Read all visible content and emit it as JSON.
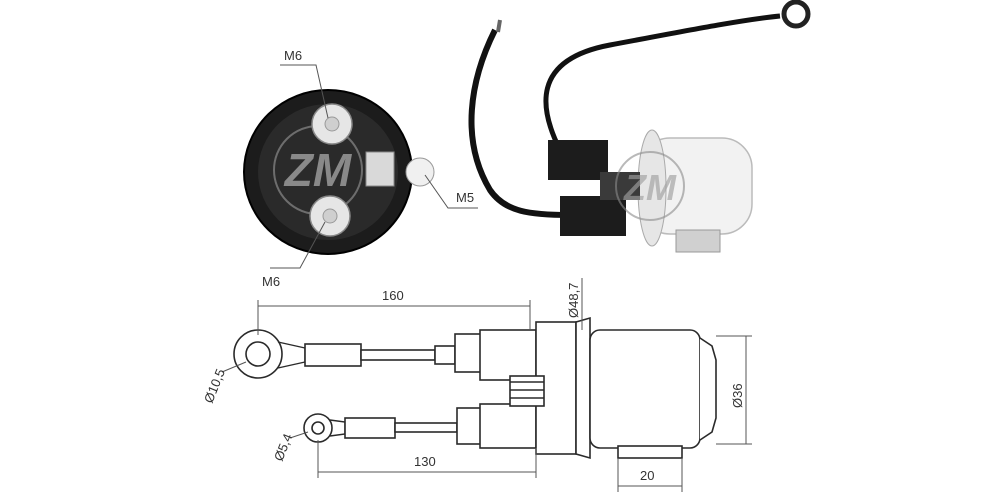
{
  "watermark": "ZM",
  "end_view": {
    "top_stud": "M6",
    "bottom_stud": "M6",
    "small_terminal": "M5"
  },
  "dimensions": {
    "total_length": "160",
    "short_lead_length": "130",
    "body_flange_diameter": "Ø48,7",
    "body_diameter": "Ø36",
    "mount_width": "20",
    "large_ring": "Ø10,5",
    "small_ring": "Ø5,4"
  },
  "colors": {
    "body": "#f2f2f2",
    "black_part": "#1c1c1c",
    "cable": "#111111",
    "dim_line": "#555555"
  }
}
